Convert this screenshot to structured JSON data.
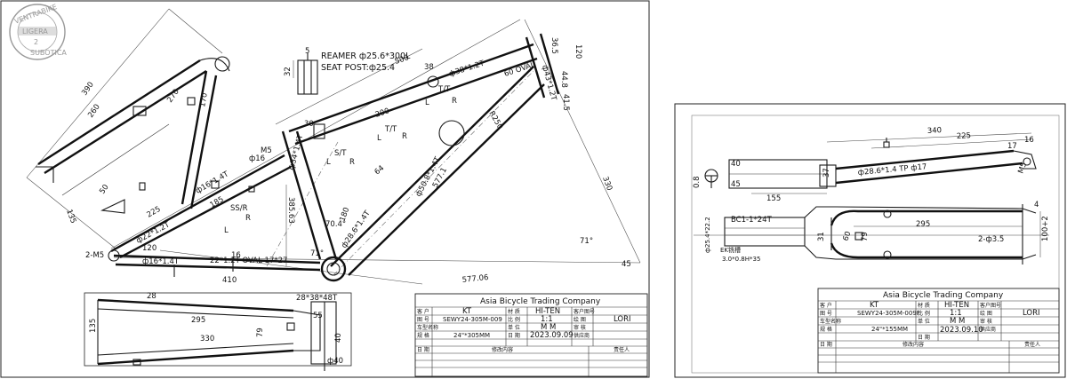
{
  "stamp": {
    "top": "VENTRABIKE",
    "mid": "LIGERA",
    "bottom": "SUBOTICA",
    "num": "2"
  },
  "frame": {
    "reamer": "REAMER ф25.6*300L",
    "seat_post": "SEAT POST:ф25.4",
    "labels": {
      "d500": "500",
      "d577": "577.06",
      "d385": "385.63",
      "d64": "64",
      "d390": "390",
      "d260": "260",
      "d270": "270",
      "d330": "330",
      "d295": "295",
      "d410": "410",
      "d225": "225",
      "d200": "200",
      "d185": "185",
      "d135": "135",
      "d50": "50",
      "d120": "120",
      "d170": "170",
      "d180": "180",
      "d135b": "135",
      "d365": "36.5",
      "d448": "44.8",
      "d415": "41.5",
      "d120b": "120",
      "d38": "38",
      "d30": "30",
      "d5": "5",
      "d32": "32",
      "d16": "16",
      "d40": "40",
      "d45": "45",
      "a71": "71°",
      "a714": "71°",
      "a704": "70.4°",
      "m5a": "M5",
      "m5b": "2-M5",
      "tube_top": "ф38*1.2T",
      "tube_oval": "60 OVAL",
      "tube_down": "ф50.8*1.4T",
      "tube_down2": "577.1",
      "tube_seat": "ф28.6*1.4T",
      "tube_chain": "ф22*1.2T",
      "tube_stay": "ф16*1.4T",
      "tube_cs": "22*1.2T OVAL 17*27",
      "tube_cs2": "ф16*1.4T",
      "tube_bb": "28*38*48T",
      "tube_r250": "R250",
      "tube_head": "ф43*1.2T",
      "d_ht": "ф16",
      "d_ht2": "ф34*1.4T",
      "tt": "T/T",
      "tt2": "T/T",
      "st": "S/T",
      "ss": "SS/R",
      "l1": "L",
      "r1": "R",
      "l2": "L",
      "r2": "R",
      "l3": "L",
      "r3": "R",
      "l4": "L",
      "r4": "R",
      "d28": "28",
      "d55": "55",
      "dp40": "ф40",
      "d79": "79"
    }
  },
  "fork": {
    "d340": "340",
    "d225": "225",
    "d155": "155",
    "d40": "40",
    "d45": "45",
    "d08": "0.8",
    "d295": "295",
    "d31": "31",
    "d79": "79",
    "d100": "100+2",
    "tube": "ф28.6*1.4 TP ф17",
    "d17": "17",
    "dm5": "M5",
    "d16": "16",
    "bc": "BC1-1*24T",
    "ek": "EK铣槽",
    "thread": "3.0*0.8H*35",
    "d222": "ф25.4*22.2",
    "hole": "2-ф3.5",
    "d4": "4",
    "d37": "37",
    "d60": "60"
  },
  "title_blocks": [
    {
      "company": "Asia Bicycle Trading Company",
      "customer_label": "客 户",
      "customer": "KT",
      "material_label": "材 质",
      "material": "HI-TEN",
      "drawing_no_label": "图 号",
      "drawing_no": "SEWY24-305M-009",
      "scale_label": "比 例",
      "scale": "1:1",
      "drawn_label": "绘 图",
      "drawn": "LORI",
      "customer_no_label": "客户图号",
      "model_label": "车型名称",
      "unit_label": "单 位",
      "unit": "M M",
      "review_label": "审 核",
      "spec_label": "规 格",
      "spec": "24\"*305MM",
      "date_label": "日 期",
      "date": "2023.09.09",
      "supplier_label": "供应商",
      "rev_date_label": "日 期",
      "rev_label": "修改内容",
      "resp_label": "责任人"
    },
    {
      "company": "Asia Bicycle Trading Company",
      "customer_label": "客 户",
      "customer": "KT",
      "material_label": "材 质",
      "material": "HI-TEN",
      "drawing_no_label": "图 号",
      "drawing_no": "SEWY24-305M-009F",
      "scale_label": "比 例",
      "scale": "1:1",
      "drawn_label": "绘 图",
      "drawn": "LORI",
      "customer_no_label": "客户图号",
      "model_label": "车型名称",
      "unit_label": "单 位",
      "unit": "M M",
      "review_label": "审 核",
      "spec_label": "规 格",
      "spec": "24\"*155MM",
      "date_label": "日 期",
      "date": "2023.09.10",
      "supplier_label": "供应商",
      "rev_date_label": "日 期",
      "rev_label": "修改内容",
      "resp_label": "责任人"
    }
  ]
}
